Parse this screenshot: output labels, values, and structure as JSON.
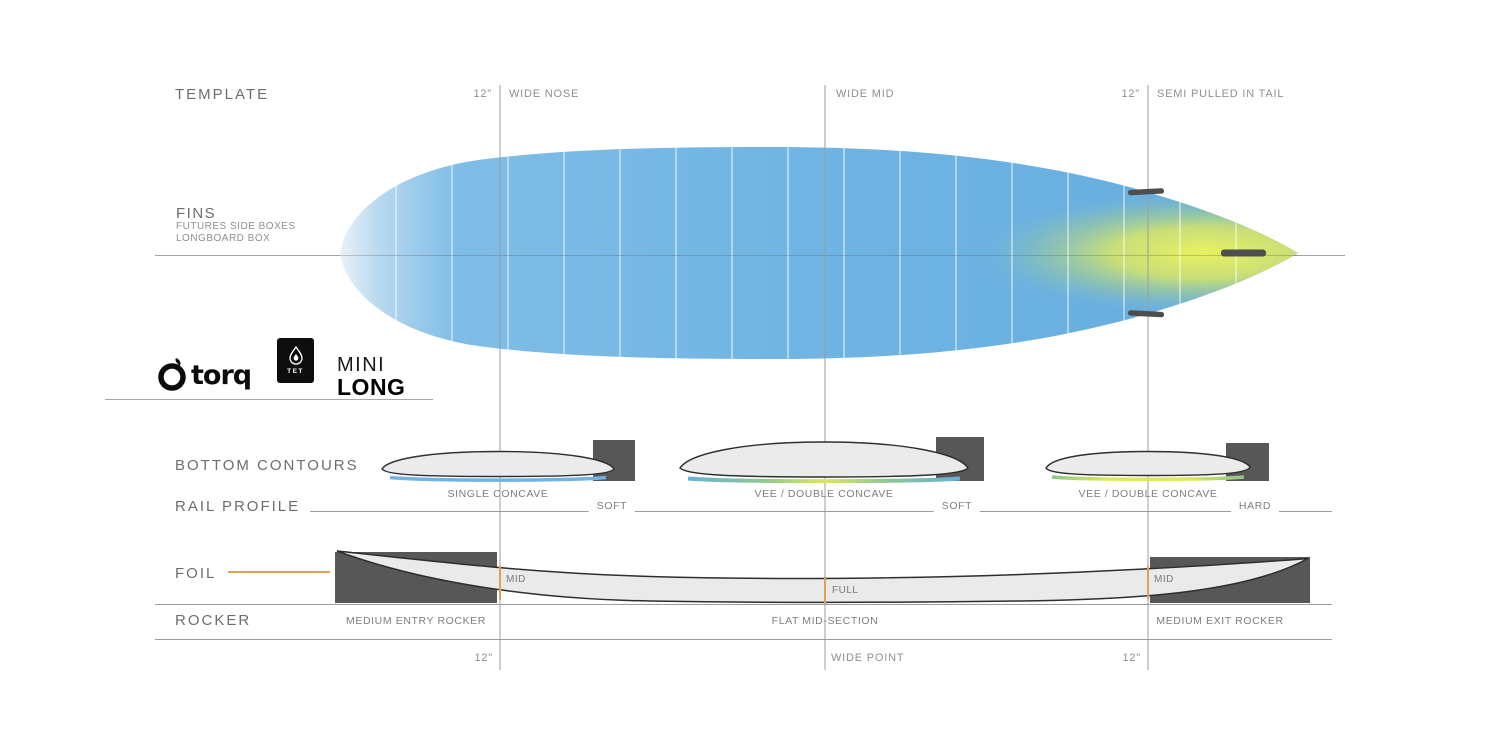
{
  "colors": {
    "board_blue": "#6FB4E3",
    "board_pale": "#EAF2F9",
    "tail_yellow": "#EAF161",
    "accent_orange": "#DFA05C",
    "dark_gray": "#575757",
    "light_gray": "#EAEAEA",
    "line_gray": "#9C9C9C",
    "label_gray": "#8F8F8F",
    "heading_gray": "#6E6E6E"
  },
  "template": {
    "title": "TEMPLATE",
    "nose_measure": "12\"",
    "nose_label": "WIDE NOSE",
    "mid_label": "WIDE MID",
    "tail_measure": "12\"",
    "tail_label": "SEMI PULLED IN TAIL"
  },
  "fins": {
    "title": "FINS",
    "detail_line1": "FUTURES SIDE BOXES",
    "detail_line2": "LONGBOARD BOX"
  },
  "branding": {
    "brand": "torq",
    "logo_box": "TET",
    "model_line1": "MINI",
    "model_line2": "LONG"
  },
  "bottom_contours": {
    "title": "BOTTOM CONTOURS",
    "sections": [
      "SINGLE CONCAVE",
      "VEE / DOUBLE CONCAVE",
      "VEE / DOUBLE CONCAVE"
    ]
  },
  "rail_profile": {
    "title": "RAIL PROFILE",
    "labels": [
      "SOFT",
      "SOFT",
      "HARD"
    ]
  },
  "foil": {
    "title": "FOIL",
    "labels": [
      "MID",
      "FULL",
      "MID"
    ]
  },
  "rocker": {
    "title": "ROCKER",
    "entry": "MEDIUM ENTRY ROCKER",
    "mid": "FLAT MID-SECTION",
    "exit": "MEDIUM EXIT ROCKER"
  },
  "measurements": {
    "bottom_left": "12\"",
    "bottom_mid": "WIDE POINT",
    "bottom_right": "12\""
  }
}
